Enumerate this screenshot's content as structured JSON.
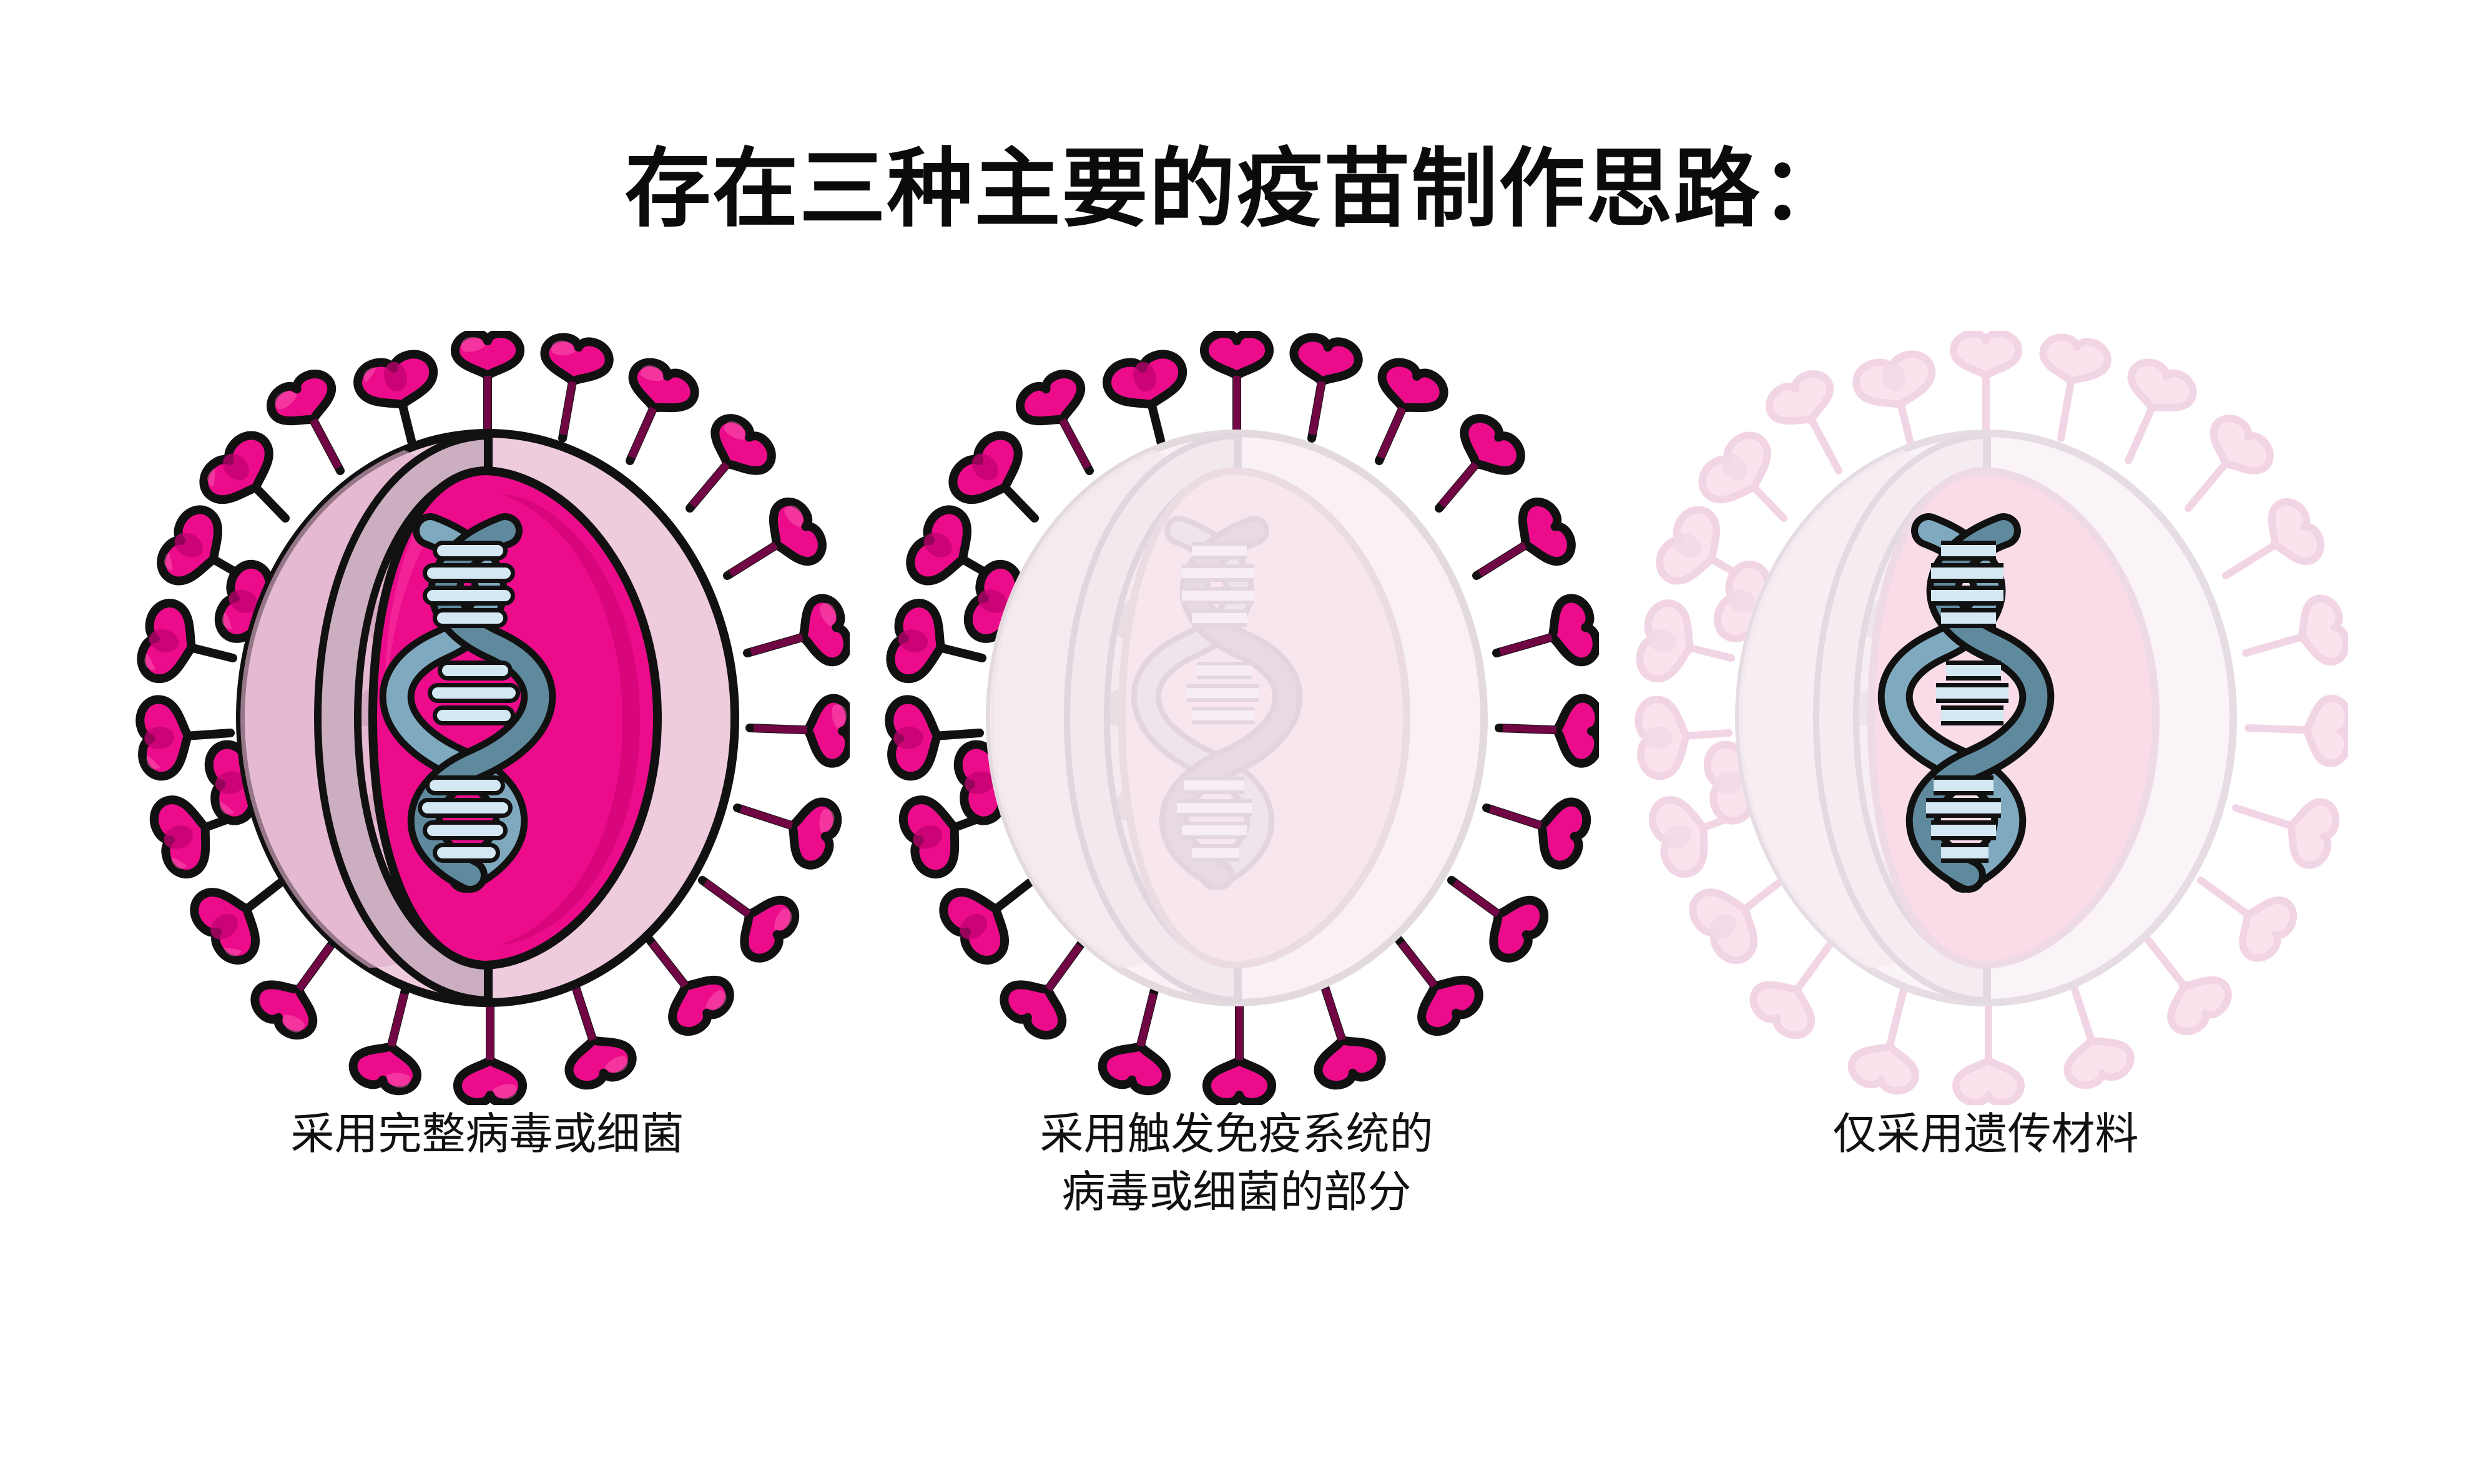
{
  "page": {
    "background_color": "#ffffff",
    "title": "存在三种主要的疫苗制作思路：",
    "title_color": "#0b0b0b"
  },
  "palette": {
    "outline": "#111111",
    "spike_fill": "#EC0C8B",
    "spike_shade": "#C00070",
    "envelope_fill": "#EFCBDE",
    "envelope_shade": "#DFAFC9",
    "membrane_fill": "#CBAEC0",
    "membrane_shade": "#BE9DB2",
    "core_fill": "#EC0C8B",
    "core_shade": "#C80070",
    "dna_front": "#7FA9BE",
    "dna_back": "#5F8A9E",
    "dna_rung": "#D3E8F2",
    "faded_body": "#F6E9F0",
    "faded_envelope": "#F7EAF1",
    "faded_membrane": "#EFE6EC",
    "faded_core": "#F6E2EC",
    "faded_dna": "#E6DCE6",
    "ghost_spike": "#F9DDEA",
    "ghost_outline": "#F0D2E2"
  },
  "panels": [
    {
      "id": "whole-pathogen",
      "name": "whole-virus-or-bacterium",
      "highlight": "all",
      "caption_lines": [
        "采用完整病毒或细菌"
      ],
      "spikes_visible": true,
      "spikes_faded": false,
      "body_faded": false,
      "dna_faded": false
    },
    {
      "id": "subunit",
      "name": "immune-triggering-part",
      "highlight": "spikes",
      "caption_lines": [
        "采用触发免疫系统的",
        "病毒或细菌的部分"
      ],
      "spikes_visible": true,
      "spikes_faded": false,
      "body_faded": true,
      "dna_faded": true
    },
    {
      "id": "genetic",
      "name": "genetic-material-only",
      "highlight": "dna",
      "caption_lines": [
        "仅采用遗传材料"
      ],
      "spikes_visible": true,
      "spikes_faded": true,
      "body_faded": true,
      "dna_faded": false
    }
  ],
  "illustration": {
    "type": "virus-particle",
    "parts": [
      "spike-protein",
      "outer-envelope",
      "inner-membrane",
      "core",
      "dna-helix"
    ],
    "spike_count": 24
  }
}
